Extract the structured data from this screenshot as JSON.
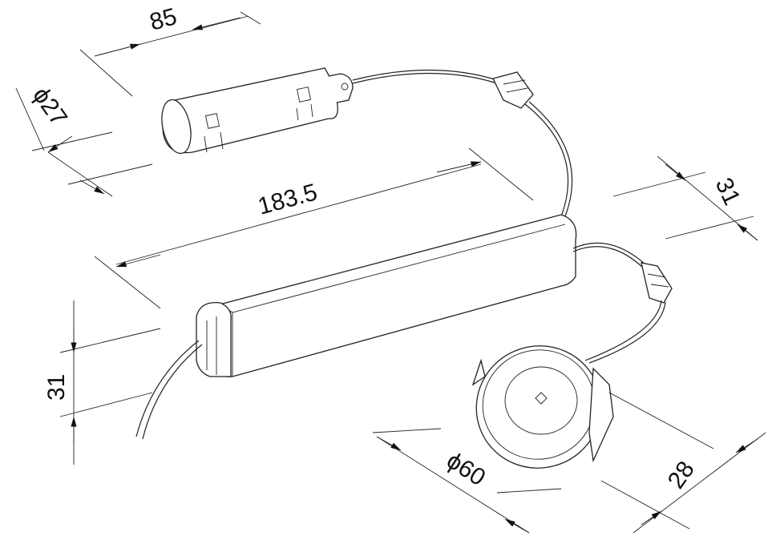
{
  "dimensions": {
    "capacitor_length": "85",
    "capacitor_diameter": "ϕ27",
    "driver_length": "183.5",
    "driver_width": "31",
    "driver_height": "31",
    "light_diameter": "ϕ60",
    "light_depth": "28"
  },
  "colors": {
    "line": "#222222",
    "background": "#ffffff"
  }
}
